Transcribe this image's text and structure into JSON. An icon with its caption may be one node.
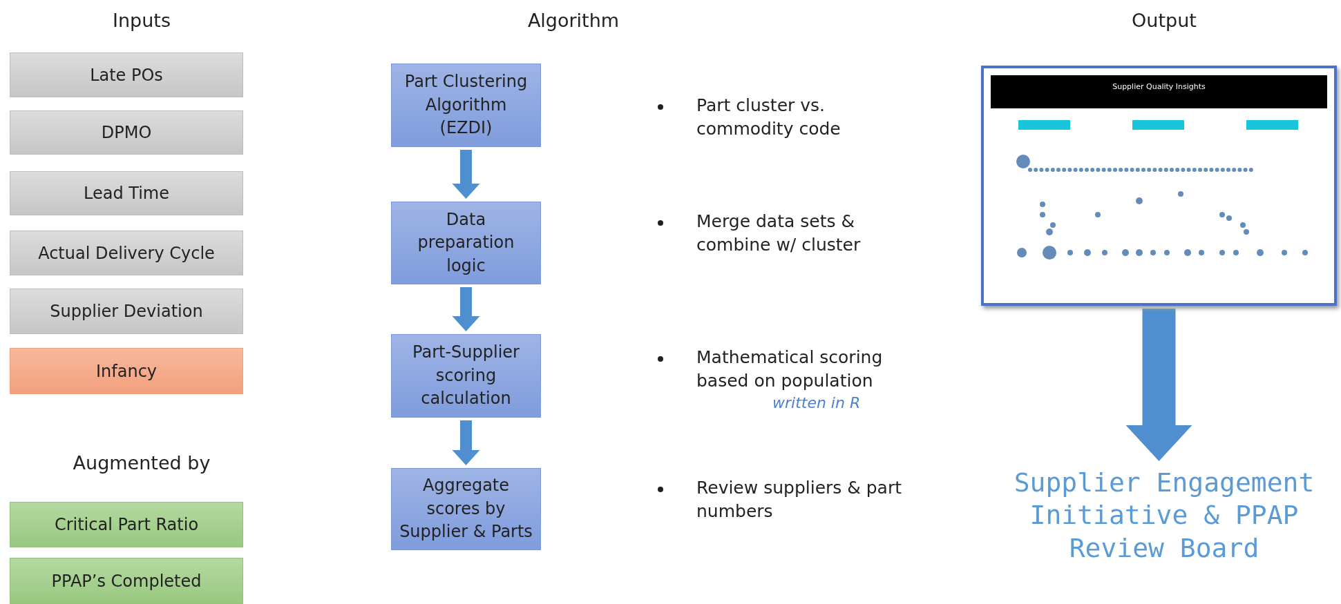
{
  "diagram": {
    "nodes": [
      {
        "text": [
          "Late POs"
        ]
      },
      {
        "text": [
          "DPMO"
        ]
      },
      {
        "text": [
          "Lead Time"
        ]
      },
      {
        "text": [
          "Actual Delivery Cycle"
        ]
      },
      {
        "text": [
          "Supplier Deviation"
        ]
      },
      {
        "text": [
          "Infancy"
        ]
      },
      {
        "text": [
          "Critical Part Ratio"
        ]
      },
      {
        "text": [
          "PPAP’s Completed"
        ]
      },
      {
        "text": [
          "Part Clustering Algorithm (EZDI)"
        ]
      },
      {
        "text": [
          "Data preparation logic"
        ]
      },
      {
        "text": [
          "Part-Supplier scoring calculation"
        ]
      },
      {
        "text": [
          "Aggregate scores by Supplier & Parts"
        ]
      },
      {
        "text": [
          "Supplier Quality Insights"
        ]
      },
      {
        "text": [
          "Supplier Engagement Initiative & PPAP Review Board"
        ]
      }
    ],
    "edges": [
      {
        "from": 8,
        "to": 9,
        "arrow": "to"
      },
      {
        "from": 9,
        "to": 10,
        "arrow": "to"
      },
      {
        "from": 10,
        "to": 11,
        "arrow": "to"
      },
      {
        "from": 12,
        "to": 13,
        "arrow": "to",
        "style": "thick"
      }
    ],
    "labels": [
      "Inputs",
      "Algorithm",
      "Output",
      "Part cluster vs. commodity code",
      "Merge data sets & combine w/ cluster",
      "Mathematical scoring based on population",
      "written in R",
      "Review suppliers & part numbers",
      "Augmented by"
    ]
  }
}
